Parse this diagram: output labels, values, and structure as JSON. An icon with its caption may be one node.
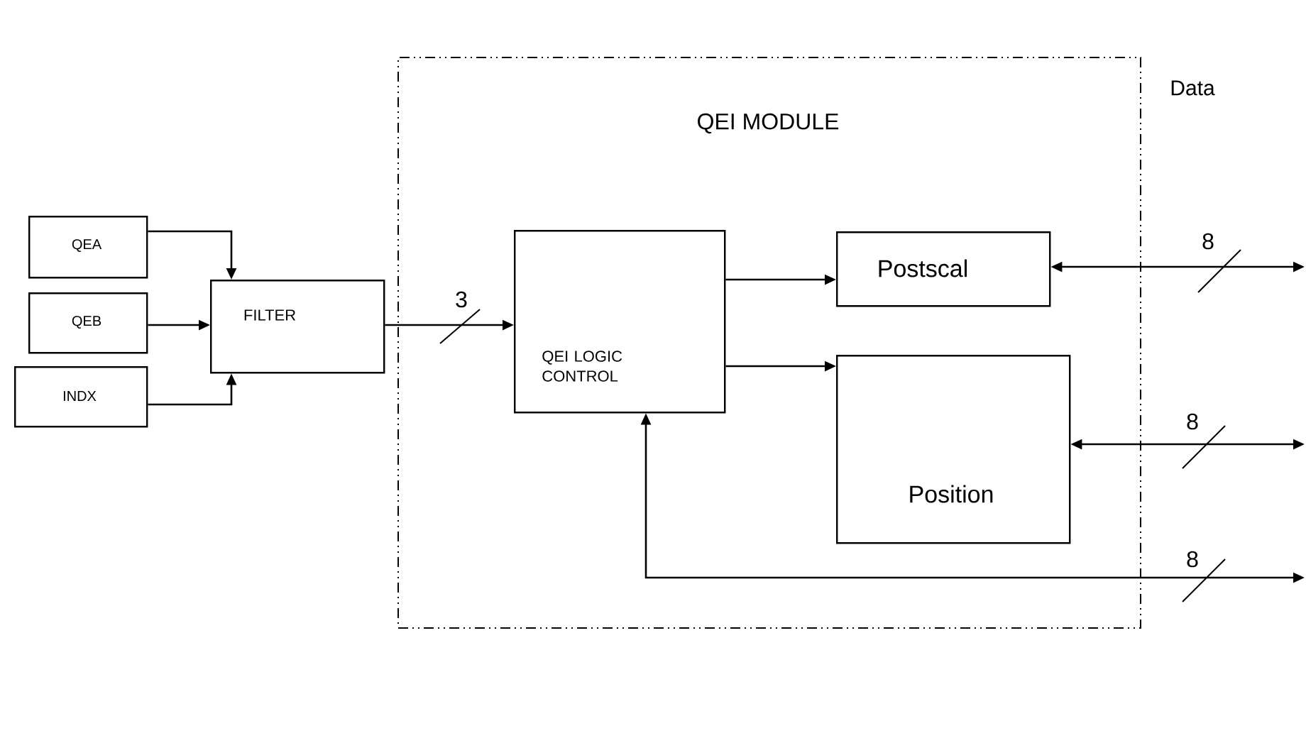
{
  "diagram": {
    "nodes": [
      {
        "text": [
          "QEI MODULE"
        ]
      },
      {
        "text": [
          "QEA"
        ]
      },
      {
        "text": [
          "QEB"
        ]
      },
      {
        "text": [
          "INDX"
        ]
      },
      {
        "text": [
          "FILTER"
        ]
      },
      {
        "text": [
          "QEI LOGIC CONTROL"
        ],
        "in": 0
      },
      {
        "text": [
          "Postscal"
        ],
        "in": 0
      },
      {
        "text": [
          "Position"
        ],
        "in": 0
      }
    ],
    "edges": [
      {
        "from": 1,
        "to": 4,
        "arrow": "to"
      },
      {
        "from": 2,
        "to": 4,
        "arrow": "to"
      },
      {
        "from": 3,
        "to": 4,
        "arrow": "to"
      },
      {
        "from": 4,
        "to": 5,
        "arrow": "to",
        "label": "3"
      },
      {
        "from": 5,
        "to": 6,
        "arrow": "to"
      },
      {
        "from": 5,
        "to": 7,
        "arrow": "to"
      },
      {
        "from": 6,
        "to": null,
        "arrow": "both",
        "label": "8"
      },
      {
        "from": 7,
        "to": null,
        "arrow": "both",
        "label": "8"
      },
      {
        "from": 5,
        "to": null,
        "arrow": "both",
        "label": "8"
      }
    ],
    "labels": [
      "Data"
    ]
  }
}
